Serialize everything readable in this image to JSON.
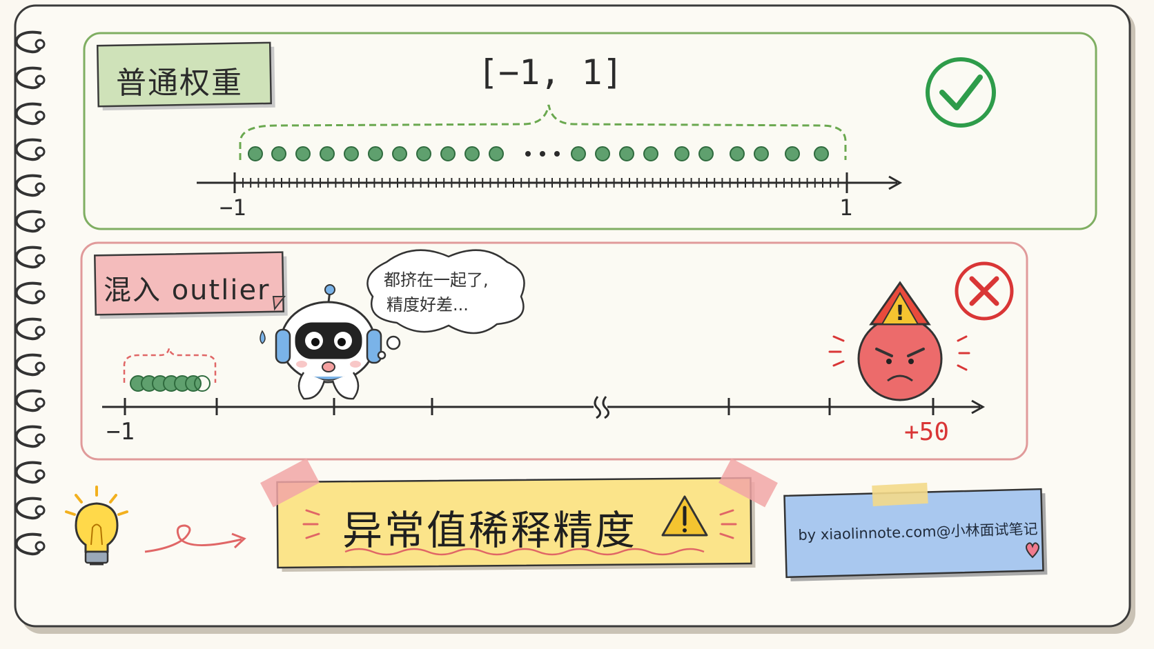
{
  "top_panel": {
    "label": "普通权重",
    "range_label": "[−1, 1]",
    "axis_min_label": "−1",
    "axis_max_label": "1",
    "status_icon": "check-circle-icon",
    "accent_color": "#6aa84f",
    "dot_color": "#5fa06e"
  },
  "bottom_panel": {
    "label": "混入 outlier",
    "axis_min_label": "−1",
    "outlier_label": "+50",
    "status_icon": "x-circle-icon",
    "accent_color": "#e06666",
    "outlier_color": "#d93636",
    "thought_bubble": {
      "line1": "都挤在一起了,",
      "line2": "精度好差..."
    }
  },
  "banner": {
    "title": "异常值稀释精度",
    "warning_icon": "warning-triangle-icon",
    "background": "#fbe48a"
  },
  "credit": {
    "text": "by xiaolinnote.com@小林面试笔记",
    "heart_icon": "heart-icon",
    "background": "#a9c8ef"
  },
  "decorations": {
    "bulb_icon": "lightbulb-icon",
    "arrow_icon": "curly-arrow-icon",
    "robot": "worried-robot-illustration",
    "angry_face": "angry-outlier-face-illustration"
  }
}
